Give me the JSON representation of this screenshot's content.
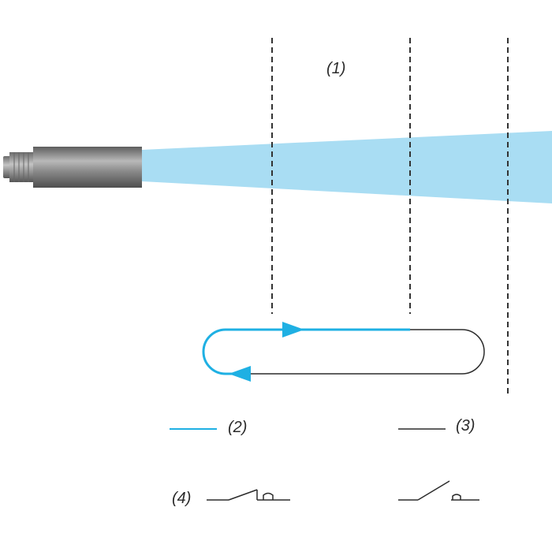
{
  "diagram": {
    "labels": {
      "zone": "(1)",
      "legend_on": "(2)",
      "legend_off": "(3)",
      "contacts": "(4)"
    },
    "colors": {
      "beam": "#a9ddf3",
      "active_line": "#1fb0e3",
      "inactive_line": "#2b2b2b",
      "dashed_line": "#333333",
      "sensor_body": "#6e6e6e"
    },
    "icons": {
      "sensor": "cylindrical-sensor-icon",
      "no_contact": "normally-open-contact-icon",
      "nc_contact": "normally-closed-contact-icon"
    }
  }
}
